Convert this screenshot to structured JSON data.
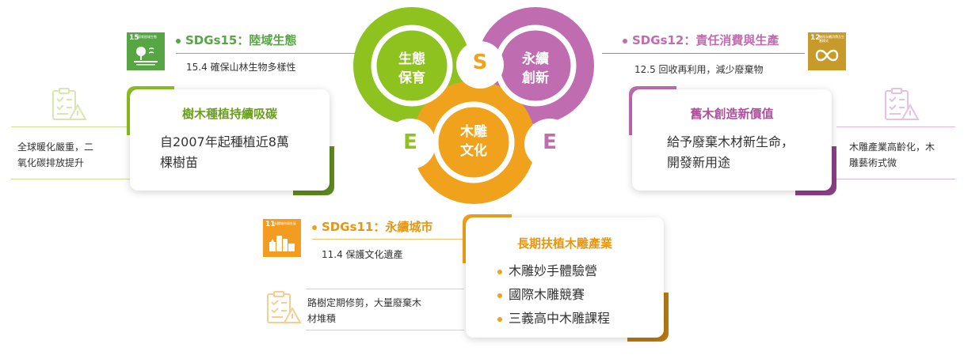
{
  "colors": {
    "green": "#8dc21f",
    "orange": "#f0a21c",
    "purple": "#c06cb0",
    "sdg15": "#56a643",
    "sdg12": "#c89a2a",
    "sdg11": "#f39c1f"
  },
  "sdg15": {
    "badge_number": "15",
    "badge_text": "保育陸域生態",
    "icon": "tree-land-icon",
    "title": "SDGs15：陸域生態",
    "target": "15.4 確保山林生物多樣性"
  },
  "sdg12": {
    "badge_number": "12",
    "badge_text": "確保永續消費及生產模式",
    "icon": "infinity-icon",
    "title": "SDGs12：責任消費與生產",
    "target": "12.5 回收再利用，減少廢棄物"
  },
  "sdg11": {
    "badge_number": "11",
    "badge_text": "永續城市與社區",
    "icon": "city-icon",
    "title": "SDGs11：永續城市",
    "target": "11.4 保護文化遺產"
  },
  "left_issue": {
    "icon": "clipboard-warning-icon",
    "text": [
      "全球暖化嚴重，二",
      "氧化碳排放提升"
    ]
  },
  "right_issue": {
    "icon": "clipboard-warning-icon",
    "text": [
      "木雕產業高齡化，木",
      "雕藝術式微"
    ]
  },
  "bottom_issue": {
    "icon": "clipboard-warning-icon",
    "text": [
      "路樹定期修剪，大量廢棄木",
      "材堆積"
    ]
  },
  "card_left": {
    "title": "樹木種植持續吸碳",
    "body": [
      "自2007年起種植近8萬",
      "棵樹苗"
    ]
  },
  "card_right": {
    "title": "舊木創造新價值",
    "body": [
      "給予廢棄木材新生命，",
      "開發新用途"
    ]
  },
  "card_bottom": {
    "title": "長期扶植木雕產業",
    "items": [
      "木雕妙手體驗營",
      "國際木雕競賽",
      "三義高中木雕課程"
    ]
  },
  "center": {
    "green_circle": [
      "生態",
      "保育"
    ],
    "purple_circle": [
      "永續",
      "創新"
    ],
    "orange_circle": [
      "木雕",
      "文化"
    ],
    "letter_s": "S",
    "letter_e_left": "E",
    "letter_e_right": "E"
  }
}
